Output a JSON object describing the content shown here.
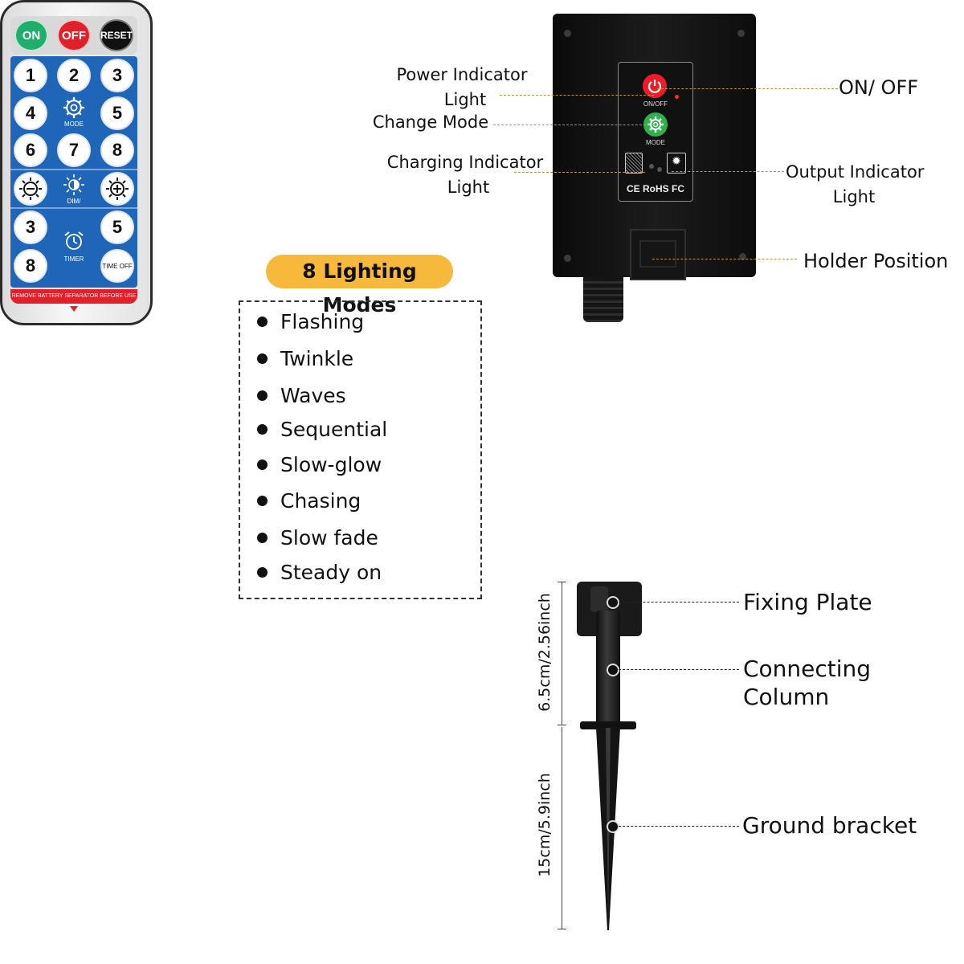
{
  "controller": {
    "labels": {
      "power_indicator": [
        "Power Indicator",
        "Light"
      ],
      "change_mode": "Change Mode",
      "charging_indicator": [
        "Charging Indicator",
        "Light"
      ],
      "on_off": "ON/ OFF",
      "output_indicator": [
        "Output Indicator",
        "Light"
      ],
      "holder_position": "Holder Position"
    },
    "panel_text": {
      "on_off": "ON/OFF",
      "mode": "MODE",
      "certs": "CE RoHS FC"
    }
  },
  "modes": {
    "badge": "8 Lighting Modes",
    "items": [
      "Flashing",
      "Twinkle",
      "Waves",
      "Sequential",
      "Slow-glow",
      "Chasing",
      "Slow fade",
      "Steady on"
    ]
  },
  "remote": {
    "top_buttons": [
      "ON",
      "OFF",
      "RESET"
    ],
    "number_keys": [
      "1",
      "2",
      "3",
      "4",
      "5",
      "6",
      "7",
      "8"
    ],
    "mode_label": "MODE",
    "dim_label": "DIM/",
    "timer_keys": [
      "3",
      "5",
      "8"
    ],
    "timer_label": "TIMER",
    "time_off_label": "TIME OFF",
    "warning": "REMOVE BATTERY SEPARATOR BEFORE USE"
  },
  "stake": {
    "labels": {
      "fixing_plate": "Fixing Plate",
      "connecting_column": [
        "Connecting",
        "Column"
      ],
      "ground_bracket": "Ground bracket"
    },
    "dimensions": {
      "upper": "6.5cm/2.56inch",
      "lower": "15cm/5.9inch"
    }
  },
  "colors": {
    "badge": "#f6b93b",
    "remote_blue": "#1f66b8",
    "on_green": "#1fae6b",
    "off_red": "#e2202a",
    "leader_gold": "#b8924a"
  }
}
